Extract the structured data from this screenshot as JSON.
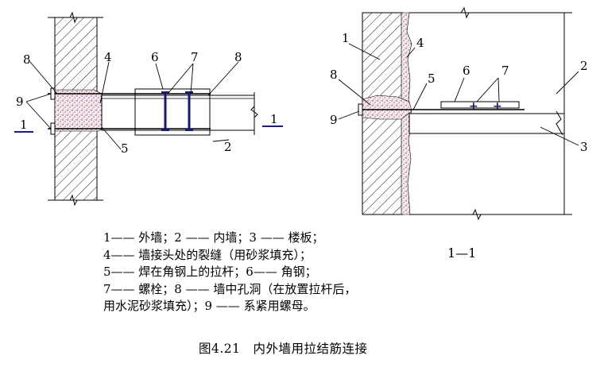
{
  "figure": {
    "caption": "图4.21　内外墙用拉结筋连接",
    "section_label": "1—1",
    "cut_marker": "1",
    "labels": {
      "n1": "1",
      "n2": "2",
      "n3": "3",
      "n4": "4",
      "n5": "5",
      "n6": "6",
      "n7": "7",
      "n8": "8",
      "n9": "9"
    },
    "legend_lines": [
      "1—— 外墙；2 —— 内墙；3 —— 楼板；",
      "4—— 墙接头处的裂缝（用砂浆填充）；",
      "5—— 焊在角钢上的拉杆；6—— 角钢；",
      "7—— 螺栓；8 —— 墙中孔洞（在放置拉杆后，",
      "用水泥砂浆填充）；9 —— 系紧用螺母。"
    ]
  }
}
